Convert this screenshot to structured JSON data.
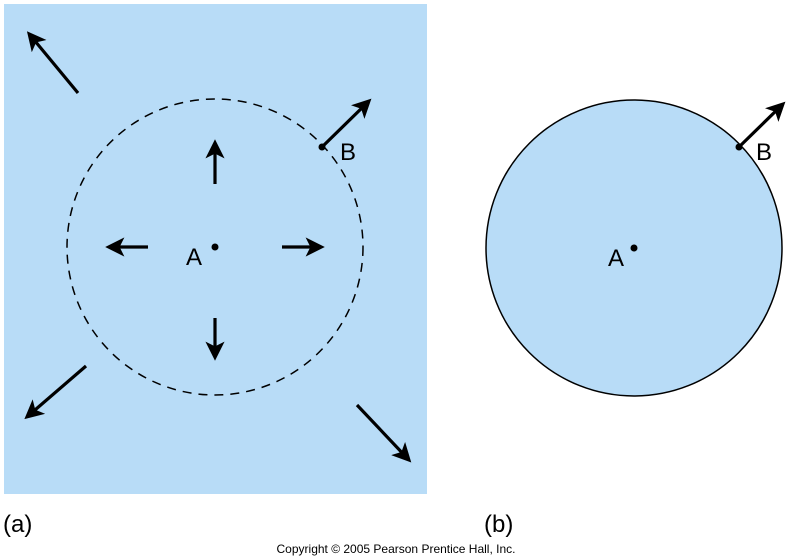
{
  "colors": {
    "fluid": "#b8dcf7",
    "ink": "#000000"
  },
  "panel_a": {
    "caption": "(a)",
    "point_a": "A",
    "point_b": "B"
  },
  "panel_b": {
    "caption": "(b)",
    "point_a": "A",
    "point_b": "B"
  },
  "copyright": "Copyright © 2005 Pearson Prentice Hall, Inc."
}
